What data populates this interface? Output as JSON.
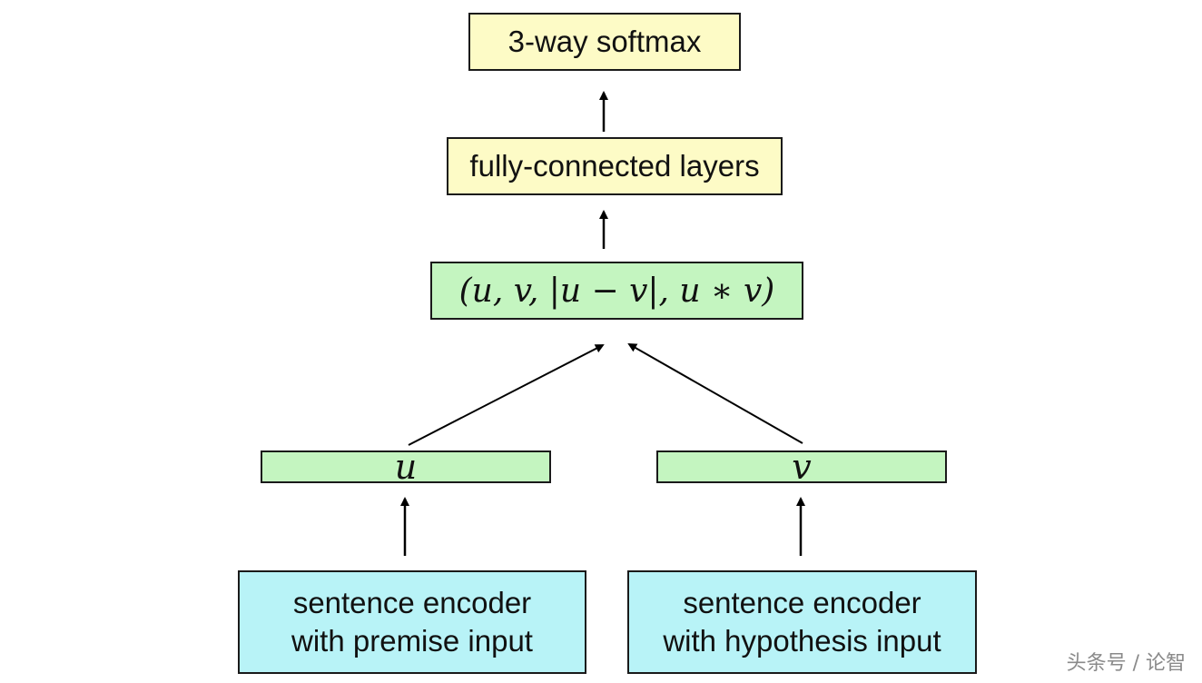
{
  "nodes": {
    "softmax": "3-way softmax",
    "fully_connected": "fully-connected layers",
    "features": "(u, v, |u − v|, u ∗ v)",
    "u": "u",
    "v": "v",
    "encoder_premise": {
      "line1": "sentence encoder",
      "line2": "with premise input"
    },
    "encoder_hypothesis": {
      "line1": "sentence encoder",
      "line2": "with hypothesis input"
    }
  },
  "watermark": "头条号 / 论智",
  "colors": {
    "yellow_box": "#fdfbc6",
    "green_box": "#c4f5c0",
    "cyan_box": "#b8f3f7",
    "border": "#1a1a1a",
    "arrow": "#000000"
  }
}
